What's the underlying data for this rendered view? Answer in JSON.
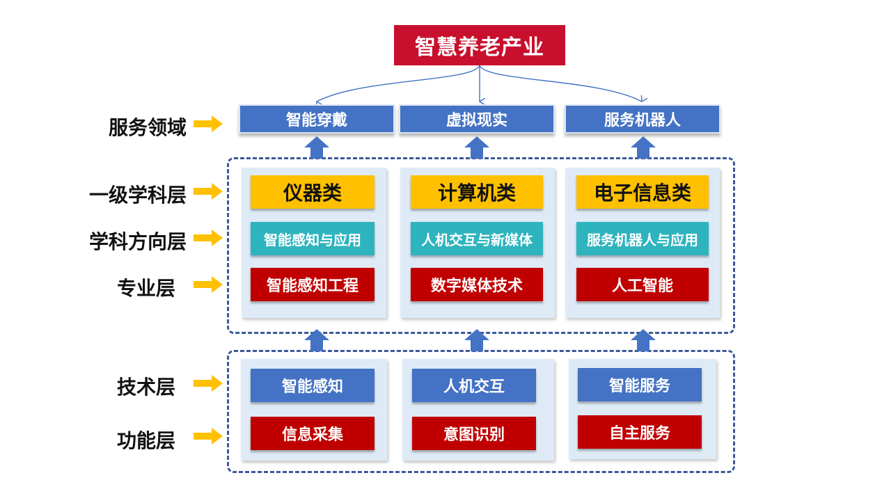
{
  "industry": {
    "title": "智慧养老产业"
  },
  "service_domains": [
    "智能穿戴",
    "虚拟现实",
    "服务机器人"
  ],
  "layer_labels": {
    "service_domain": "服务领域",
    "primary_discipline": "一级学科层",
    "discipline_direction": "学科方向层",
    "major": "专业层",
    "technology": "技术层",
    "function": "功能层"
  },
  "discipline_columns": [
    {
      "category": "仪器类",
      "direction": "智能感知与应用",
      "major": "智能感知工程"
    },
    {
      "category": "计算机类",
      "direction": "人机交互与新媒体",
      "major": "数字媒体技术"
    },
    {
      "category": "电子信息类",
      "direction": "服务机器人与应用",
      "major": "人工智能"
    }
  ],
  "technology_columns": [
    {
      "technology": "智能感知",
      "function": "信息采集"
    },
    {
      "technology": "人机交互",
      "function": "意图识别"
    },
    {
      "technology": "智能服务",
      "function": "自主服务"
    }
  ],
  "colors": {
    "title_red": "#c8102e",
    "service_blue": "#4472c4",
    "category_yellow": "#ffc000",
    "direction_teal": "#2eb4be",
    "major_red": "#c00000",
    "panel_bg": "#deebf7",
    "dash_border": "#3b5998",
    "label_arrow": "#ffc000"
  }
}
